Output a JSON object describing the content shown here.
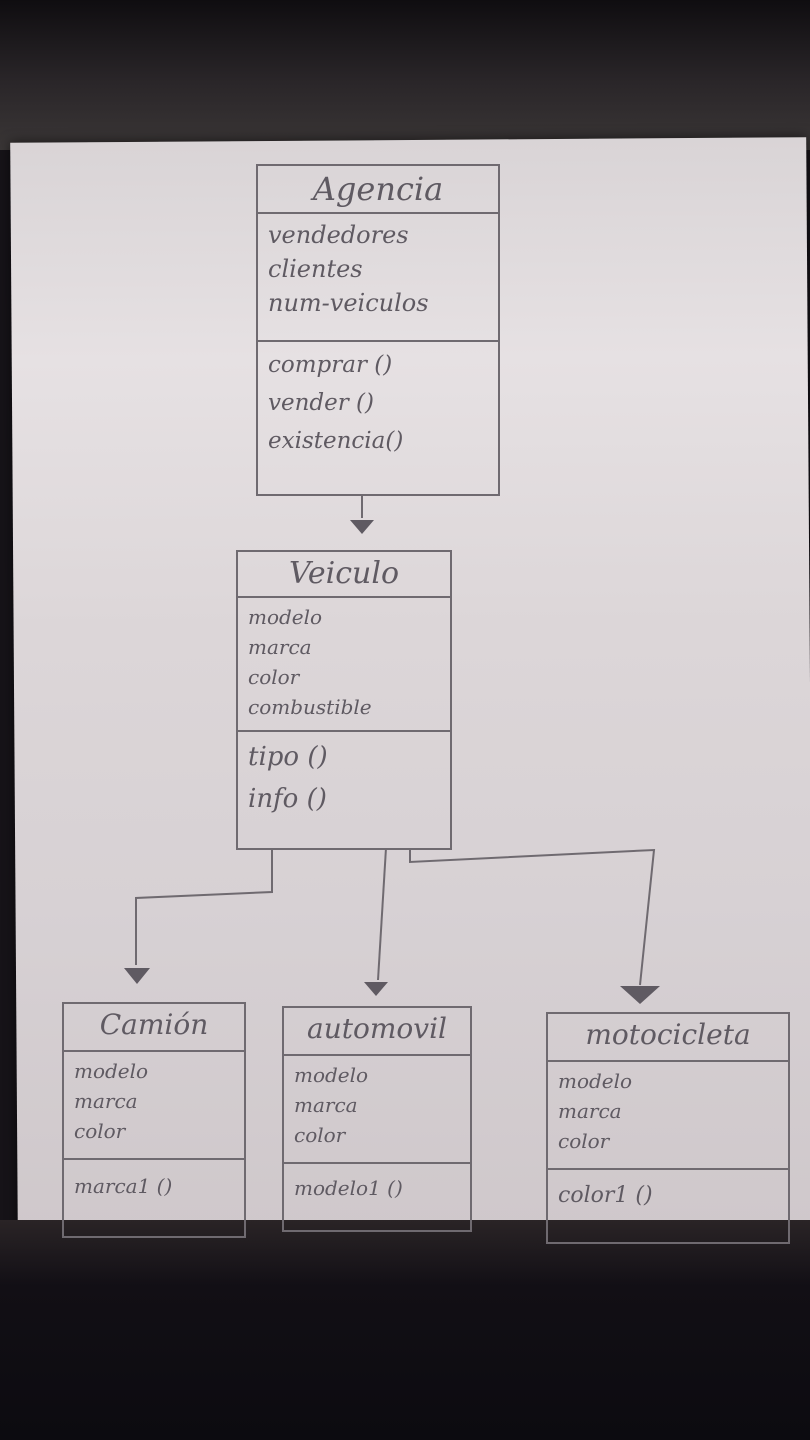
{
  "classes": {
    "agencia": {
      "name": "Agencia",
      "attributes": [
        "vendedores",
        "clientes",
        "num-veiculos"
      ],
      "methods": [
        "comprar ()",
        "vender ()",
        "existencia()"
      ]
    },
    "veiculo": {
      "name": "Veiculo",
      "attributes": [
        "modelo",
        "marca",
        "color",
        "combustible"
      ],
      "methods": [
        "tipo ()",
        "info ()"
      ]
    },
    "camion": {
      "name": "Camión",
      "attributes": [
        "modelo",
        "marca",
        "color"
      ],
      "methods": [
        "marca1 ()"
      ]
    },
    "automovil": {
      "name": "automovil",
      "attributes": [
        "modelo",
        "marca",
        "color"
      ],
      "methods": [
        "modelo1 ()"
      ]
    },
    "motocicleta": {
      "name": "motocicleta",
      "attributes": [
        "modelo",
        "marca",
        "color"
      ],
      "methods": [
        "color1 ()"
      ]
    }
  },
  "colors": {
    "ink": "#6f6a70",
    "paper": "#e2dde0",
    "background": "#161318"
  }
}
